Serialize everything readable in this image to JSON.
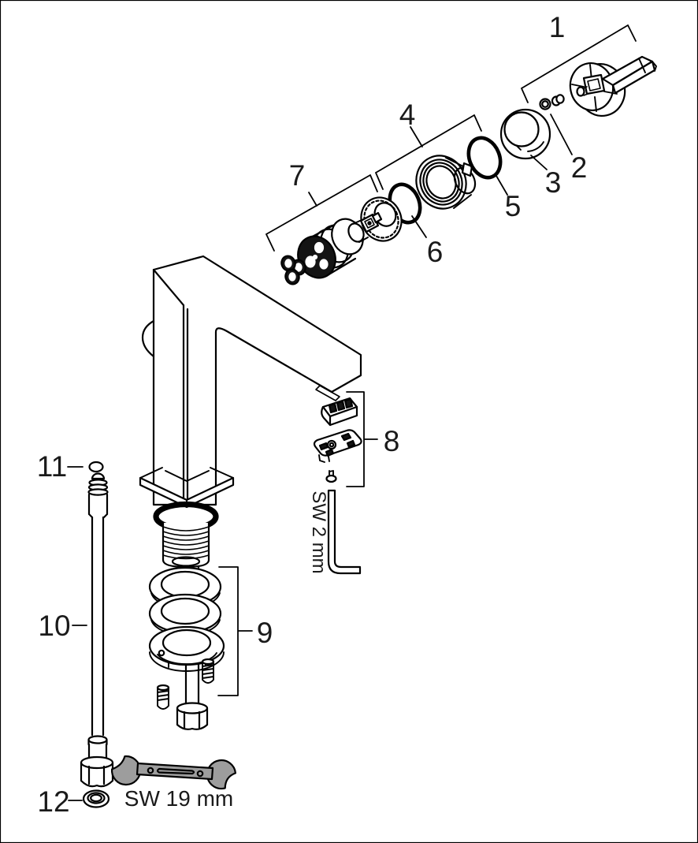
{
  "diagram": {
    "type": "exploded-parts-diagram",
    "subject": "single-lever-basin-faucet",
    "background_color": "#ffffff",
    "line_color": "#000000",
    "wrench_fill_color": "#9d9d9d",
    "labels": {
      "p1": "1",
      "p2": "2",
      "p3": "3",
      "p4": "4",
      "p5": "5",
      "p6": "6",
      "p7": "7",
      "p8": "8",
      "p9": "9",
      "p10": "10",
      "p11": "11",
      "p12": "12"
    },
    "tools": {
      "allen_key": "SW 2 mm",
      "wrench": "SW 19 mm"
    }
  }
}
